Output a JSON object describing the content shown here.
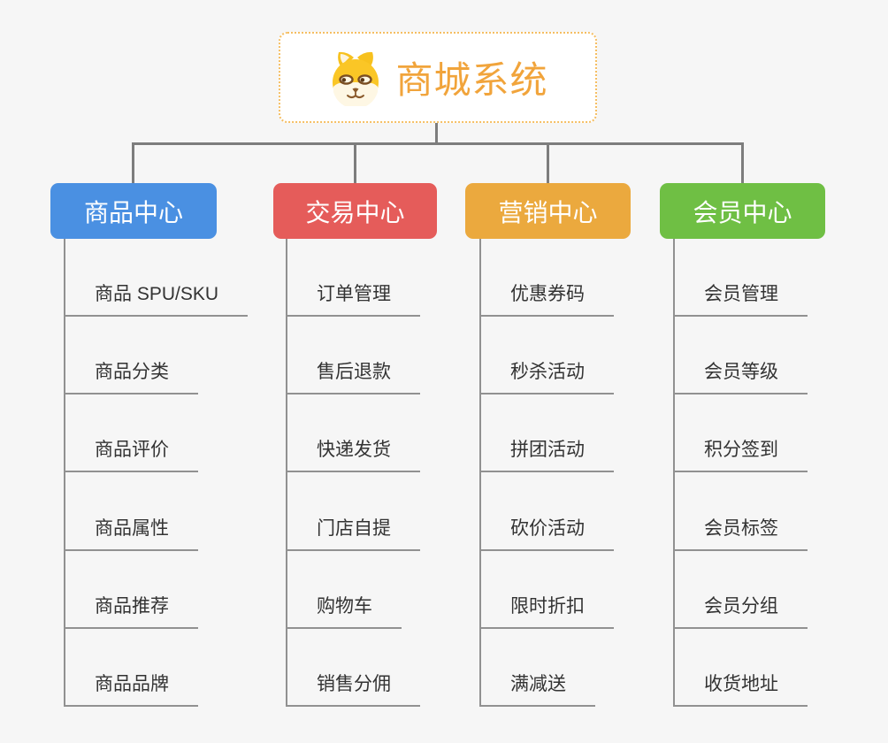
{
  "page": {
    "background": "#F6F6F6"
  },
  "root": {
    "title": "商城系统",
    "icon": "dog-face-icon",
    "text_color": "#F1A43B",
    "border_color": "#F5BE62",
    "background": "#FFFFFF"
  },
  "connector_color": "#7D7D7D",
  "child_line_color": "#919191",
  "child_text_color": "#333333",
  "branches": [
    {
      "label": "商品中心",
      "color": "#4A90E2",
      "children": [
        "商品 SPU/SKU",
        "商品分类",
        "商品评价",
        "商品属性",
        "商品推荐",
        "商品品牌"
      ]
    },
    {
      "label": "交易中心",
      "color": "#E55C5A",
      "children": [
        "订单管理",
        "售后退款",
        "快递发货",
        "门店自提",
        "购物车",
        "销售分佣"
      ]
    },
    {
      "label": "营销中心",
      "color": "#EBA93E",
      "children": [
        "优惠券码",
        "秒杀活动",
        "拼团活动",
        "砍价活动",
        "限时折扣",
        "满减送"
      ]
    },
    {
      "label": "会员中心",
      "color": "#6FBF44",
      "children": [
        "会员管理",
        "会员等级",
        "积分签到",
        "会员标签",
        "会员分组",
        "收货地址"
      ]
    }
  ]
}
